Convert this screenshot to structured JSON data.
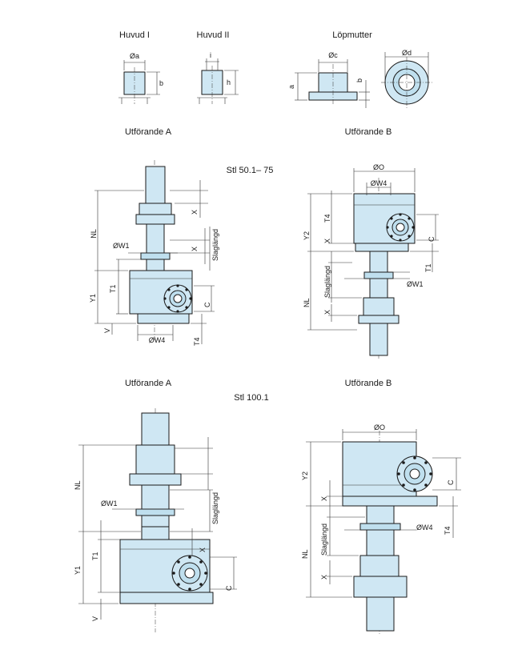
{
  "header_labels": {
    "huvud1": "Huvud I",
    "huvud2": "Huvud II",
    "lopmutter": "Löpmutter"
  },
  "top_dims": {
    "oa": "Øa",
    "b1": "b",
    "i": "i",
    "h": "h",
    "oc": "Øc",
    "a": "a",
    "b2": "b",
    "od": "Ød"
  },
  "section1": {
    "title_a": "Utförande A",
    "title_b": "Utförande B",
    "model": "Stl 50.1– 75",
    "a_dims": {
      "nl": "NL",
      "x1": "X",
      "x2": "X",
      "ow1": "ØW1",
      "slaglangd": "Slaglängd",
      "t1": "T1",
      "y1": "Y1",
      "c": "C",
      "v": "V",
      "ow4": "ØW4",
      "t4": "T4"
    },
    "b_dims": {
      "oo": "ØO",
      "ow4": "ØW4",
      "t4": "T4",
      "y2": "Y2",
      "x1": "X",
      "c": "C",
      "t1": "T1",
      "slaglangd": "Slaglängd",
      "ow1": "ØW1",
      "nl": "NL",
      "x2": "X"
    }
  },
  "section2": {
    "title_a": "Utförande A",
    "title_b": "Utförande B",
    "model": "Stl 100.1",
    "a_dims": {
      "nl": "NL",
      "ow1": "ØW1",
      "slaglangd": "Slaglängd",
      "t1": "T1",
      "x": "X",
      "y1": "Y1",
      "c": "C",
      "v": "V"
    },
    "b_dims": {
      "oo": "ØO",
      "y2": "Y2",
      "x1": "X",
      "c": "C",
      "slaglangd": "Slaglängd",
      "ow4": "ØW4",
      "t4": "T4",
      "nl": "NL",
      "x2": "X"
    }
  },
  "colors": {
    "part_fill": "#cfe7f3",
    "line": "#1a1a1a"
  }
}
